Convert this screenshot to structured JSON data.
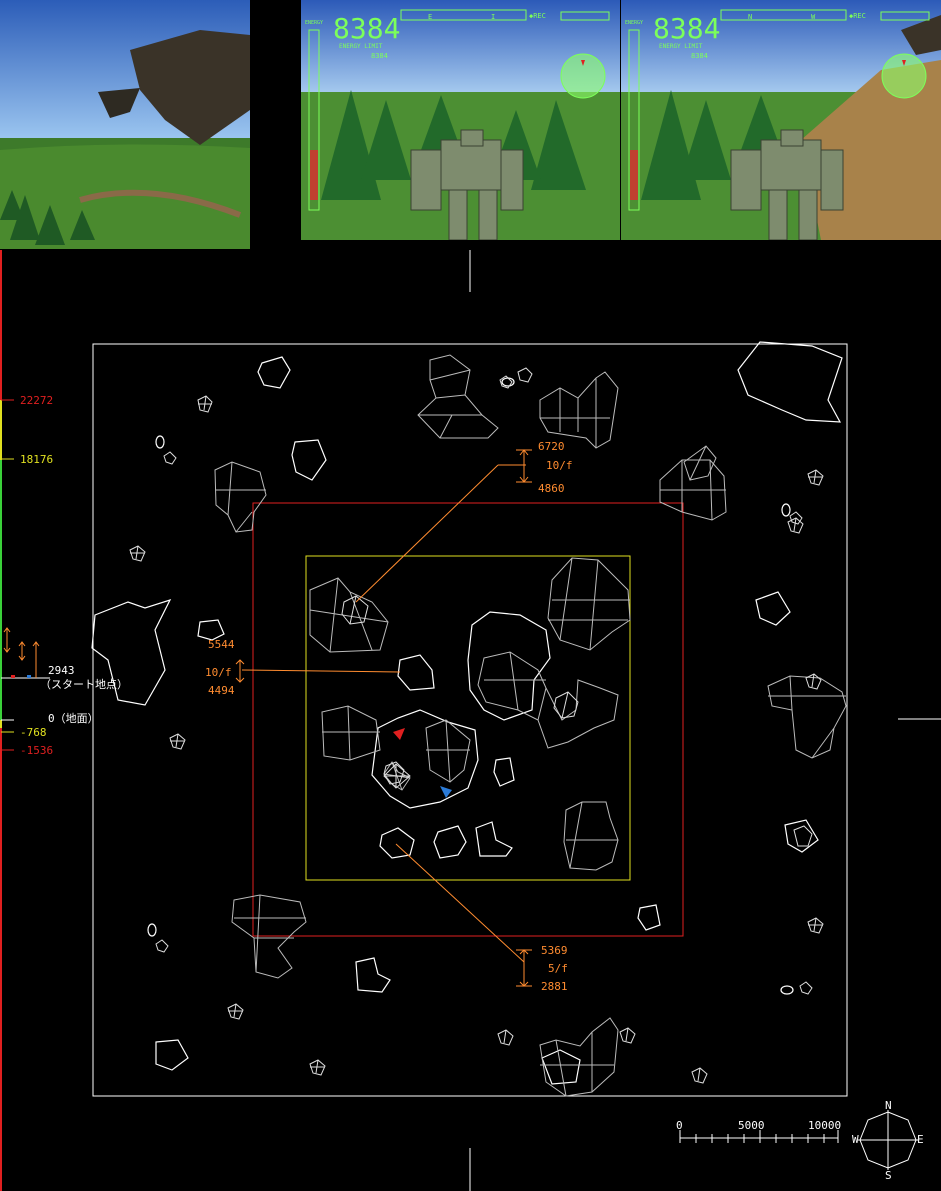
{
  "hud_left": {
    "energy_label": "ENERGY",
    "energy_value": "8384",
    "energy_limit_label": "ENERGY LIMIT",
    "energy_limit_value": "8384",
    "rec_label": "◆REC",
    "compass_a": "E",
    "compass_b": "I"
  },
  "hud_right": {
    "energy_label": "ENERGY",
    "energy_value": "8384",
    "energy_limit_label": "ENERGY LIMIT",
    "energy_limit_value": "8384",
    "rec_label": "◆REC",
    "compass_a": "N",
    "compass_b": "W"
  },
  "altitude": {
    "max": "22272",
    "upper": "18176",
    "start": "2943",
    "start_note": "（スタート地点）",
    "ground": "0（地面）",
    "lower": "-768",
    "min": "-1536"
  },
  "annotations": {
    "top": {
      "high": "6720",
      "rate": "10/f",
      "low": "4860"
    },
    "mid": {
      "high": "5544",
      "rate": "10/f",
      "low": "4494"
    },
    "bottom": {
      "high": "5369",
      "rate": "5/f",
      "low": "2881"
    }
  },
  "scale": {
    "zero": "0",
    "mid": "5000",
    "max": "10000"
  },
  "compass": {
    "n": "N",
    "s": "S",
    "e": "E",
    "w": "W"
  },
  "colors": {
    "outer_frame": "#ffffff",
    "middle_frame": "#e02020",
    "inner_frame": "#e0e020",
    "annotation": "#ff8c30",
    "player": "#e02020",
    "enemy": "#2b7bd8",
    "hud": "#7cff5a"
  }
}
